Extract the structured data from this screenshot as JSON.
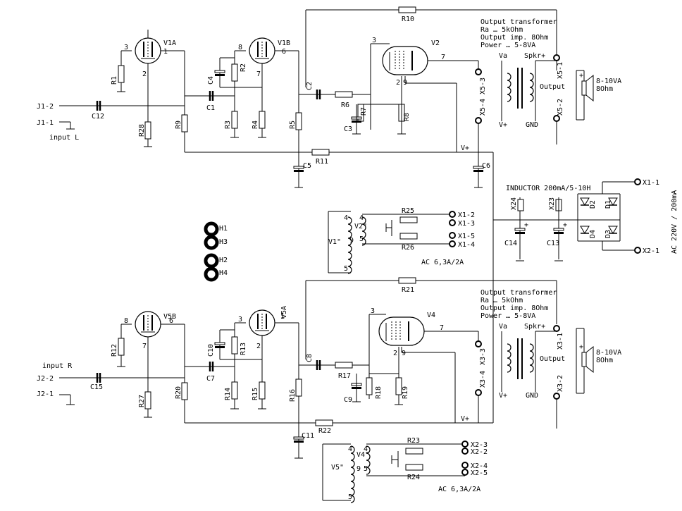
{
  "labels": {
    "v1a": "V1A",
    "v1b": "V1B",
    "v2": "V2",
    "v5b": "V5B",
    "v5a": "V5A",
    "v4": "V4",
    "r1": "R1",
    "r2": "R2",
    "r3": "R3",
    "r4": "R4",
    "r5": "R5",
    "r6": "R6",
    "r7": "R7",
    "r8": "R8",
    "r9": "R9",
    "r10": "R10",
    "r11": "R11",
    "r12": "R12",
    "r13": "R13",
    "r14": "R14",
    "r15": "R15",
    "r16": "R16",
    "r17": "R17",
    "r18": "R18",
    "r19": "R19",
    "r20": "R20",
    "r21": "R21",
    "r22": "R22",
    "r23": "R23",
    "r24": "R24",
    "r25": "R25",
    "r26": "R26",
    "r27": "R27",
    "r28": "R28",
    "c1": "C1",
    "c2": "C2",
    "c3": "C3",
    "c4": "C4",
    "c5": "C5",
    "c6": "C6",
    "c7": "C7",
    "c8": "C8",
    "c9": "C9",
    "c10": "C10",
    "c11": "C11",
    "c12": "C12",
    "c13": "C13",
    "c14": "C14",
    "c15": "C15",
    "d1": "D1",
    "d2": "D2",
    "d3": "D3",
    "d4": "D4",
    "j11": "J1-1",
    "j12": "J1-2",
    "j21": "J2-1",
    "j22": "J2-2",
    "inputL": "input L",
    "inputR": "input R",
    "x11": "X1-1",
    "x21": "X2-1",
    "x12": "X1-2",
    "x13": "X1-3",
    "x15": "X1-5",
    "x14": "X1-4",
    "x23b": "X2-3",
    "x22b": "X2-2",
    "x24b": "X2-4",
    "x25b": "X2-5",
    "x51": "X5-1",
    "x52": "X5-2",
    "x53": "X5-3",
    "x54": "X5-4",
    "x31": "X3-1",
    "x32": "X3-2",
    "x33": "X3-3",
    "x34": "X3-4",
    "x23v": "X23",
    "x24v": "X24",
    "h1": "H1",
    "h2": "H2",
    "h3": "H3",
    "h4": "H4",
    "v1pp": "V1\"",
    "v2pp": "V2\"",
    "v4pp": "V4\"",
    "v5pp": "V5\"",
    "vplus": "V+",
    "ac63": "AC 6,3A/2A",
    "ac220": "AC 220V / 200mA",
    "inductor": "INDUCTOR 200mA/5-10H",
    "ot_title": "Output transformer",
    "ot_ra": "Ra … 5kOhm",
    "ot_imp": "Output imp. 8Ohm",
    "ot_pow": "Power … 5-8VA",
    "va": "Va",
    "spkr": "Spkr+",
    "gnd": "GND",
    "output": "Output",
    "spk_va": "8-10VA",
    "spk_ohm": "8Ohm",
    "pin1": "1",
    "pin2": "2",
    "pin3": "3",
    "pin5": "5",
    "pin6": "6",
    "pin7": "7",
    "pin8": "8",
    "pin9": "9",
    "pin4": "4",
    "plus": "+"
  }
}
